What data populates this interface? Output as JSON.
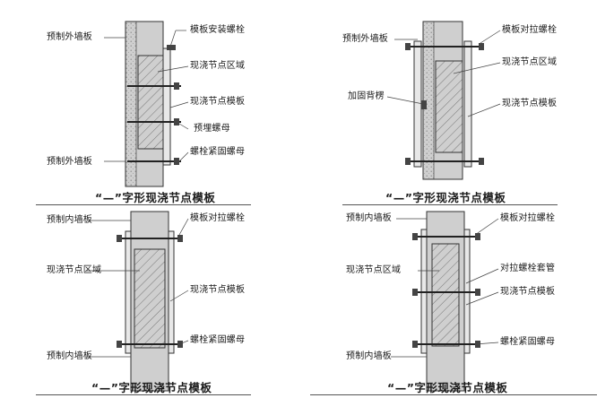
{
  "panels": [
    {
      "caption": "“—”字形现浇节点模板",
      "left_labels": [
        "预制外墙板",
        "预制外墙板"
      ],
      "right_labels": [
        "模板安装螺栓",
        "现浇节点区域",
        "现浇节点模板",
        "预埋螺母",
        "螺栓紧固螺母"
      ]
    },
    {
      "caption": "“—”字形现浇节点模板",
      "left_labels": [
        "预制外墙板",
        "加固背楞"
      ],
      "right_labels": [
        "模板对拉螺栓",
        "现浇节点区域",
        "现浇节点模板"
      ]
    },
    {
      "caption": "“—”字形现浇节点模板",
      "left_labels": [
        "预制内墙板",
        "现浇节点区域",
        "预制内墙板"
      ],
      "right_labels": [
        "模板对拉螺栓",
        "现浇节点模板",
        "螺栓紧固螺母"
      ]
    },
    {
      "caption": "“—”字形现浇节点模板",
      "left_labels": [
        "预制内墙板",
        "现浇节点区域",
        "预制内墙板"
      ],
      "right_labels": [
        "模板对拉螺栓",
        "对拉螺栓套管",
        "现浇节点模板",
        "螺栓紧固螺母"
      ]
    }
  ]
}
